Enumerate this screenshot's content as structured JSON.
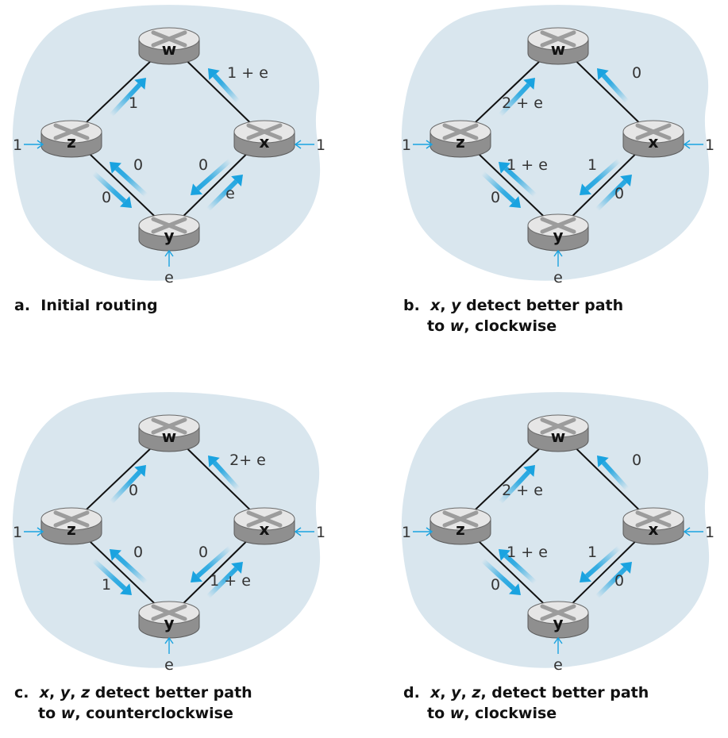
{
  "colors": {
    "cloud": "#d9e6ee",
    "arrow": "#1aa3e0",
    "router_body": "#b7b7b7",
    "router_top": "#e6e6e6",
    "link": "#111111"
  },
  "router_labels": {
    "w": "w",
    "x": "x",
    "y": "y",
    "z": "z"
  },
  "panels": [
    {
      "id": "a",
      "caption": {
        "letter": "a.",
        "line1": [
          {
            "t": "Initial routing",
            "i": false
          }
        ],
        "line2": []
      },
      "loads": {
        "z": "1",
        "x": "1",
        "y": "e"
      },
      "arrows": {
        "z_w": {
          "dir": "fwd",
          "label": "1"
        },
        "x_w": {
          "dir": "fwd",
          "label": "1 + e"
        },
        "y_z": {
          "dir": "fwd",
          "label": "0"
        },
        "z_y": {
          "dir": "fwd",
          "label": "0"
        },
        "x_y": {
          "dir": "fwd",
          "label": "0"
        },
        "y_x": {
          "dir": "fwd",
          "label": "e"
        }
      }
    },
    {
      "id": "b",
      "caption": {
        "letter": "b.",
        "line1": [
          {
            "t": "x",
            "i": true
          },
          {
            "t": ", ",
            "i": false
          },
          {
            "t": "y",
            "i": true
          },
          {
            "t": " detect better path",
            "i": false
          }
        ],
        "line2": [
          {
            "t": "to ",
            "i": false
          },
          {
            "t": "w",
            "i": true
          },
          {
            "t": ", clockwise",
            "i": false
          }
        ]
      },
      "loads": {
        "z": "1",
        "x": "1",
        "y": "e"
      },
      "arrows": {
        "z_w": {
          "dir": "fwd",
          "label": "2 + e"
        },
        "x_w": {
          "dir": "fwd",
          "label": "0"
        },
        "y_z": {
          "dir": "fwd",
          "label": "1 + e"
        },
        "z_y": {
          "dir": "fwd",
          "label": "0"
        },
        "x_y": {
          "dir": "fwd",
          "label": "1"
        },
        "y_x": {
          "dir": "fwd",
          "label": "0"
        }
      }
    },
    {
      "id": "c",
      "caption": {
        "letter": "c.",
        "line1": [
          {
            "t": "x",
            "i": true
          },
          {
            "t": ", ",
            "i": false
          },
          {
            "t": "y",
            "i": true
          },
          {
            "t": ", ",
            "i": false
          },
          {
            "t": "z",
            "i": true
          },
          {
            "t": " detect better path",
            "i": false
          }
        ],
        "line2": [
          {
            "t": "to ",
            "i": false
          },
          {
            "t": "w",
            "i": true
          },
          {
            "t": ", counterclockwise",
            "i": false
          }
        ]
      },
      "loads": {
        "z": "1",
        "x": "1",
        "y": "e"
      },
      "arrows": {
        "z_w": {
          "dir": "fwd",
          "label": "0"
        },
        "x_w": {
          "dir": "fwd",
          "label": "2+ e"
        },
        "y_z": {
          "dir": "fwd",
          "label": "0"
        },
        "z_y": {
          "dir": "fwd",
          "label": "1"
        },
        "x_y": {
          "dir": "fwd",
          "label": "0"
        },
        "y_x": {
          "dir": "fwd",
          "label": "1 + e"
        }
      }
    },
    {
      "id": "d",
      "caption": {
        "letter": "d.",
        "line1": [
          {
            "t": "x",
            "i": true
          },
          {
            "t": ", ",
            "i": false
          },
          {
            "t": "y",
            "i": true
          },
          {
            "t": ", ",
            "i": false
          },
          {
            "t": "z",
            "i": true
          },
          {
            "t": ", detect better path",
            "i": false
          }
        ],
        "line2": [
          {
            "t": "to ",
            "i": false
          },
          {
            "t": "w",
            "i": true
          },
          {
            "t": ", clockwise",
            "i": false
          }
        ]
      },
      "loads": {
        "z": "1",
        "x": "1",
        "y": "e"
      },
      "arrows": {
        "z_w": {
          "dir": "fwd",
          "label": "2 + e"
        },
        "x_w": {
          "dir": "fwd",
          "label": "0"
        },
        "y_z": {
          "dir": "fwd",
          "label": "1 + e"
        },
        "z_y": {
          "dir": "fwd",
          "label": "0"
        },
        "x_y": {
          "dir": "fwd",
          "label": "1"
        },
        "y_x": {
          "dir": "fwd",
          "label": "0"
        }
      }
    }
  ]
}
